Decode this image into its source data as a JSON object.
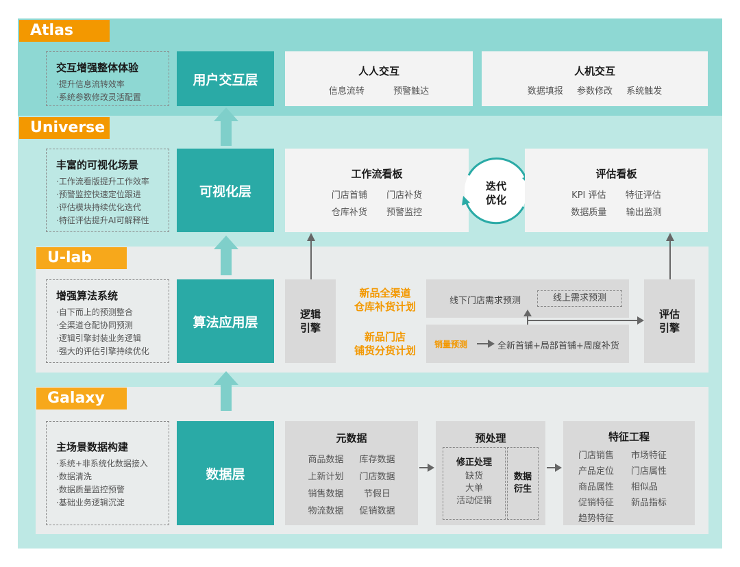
{
  "tags": {
    "atlas": "Atlas",
    "universe": "Universe",
    "ulab": "U-lab",
    "galaxy": "Galaxy"
  },
  "atlas": {
    "desc_title": "交互增强整体体验",
    "desc_items": [
      "·提升信息流转效率",
      "·系统参数修改灵活配置"
    ],
    "layer": "用户交互层",
    "panel1": {
      "title": "人人交互",
      "items": [
        "信息流转",
        "预警触达"
      ]
    },
    "panel2": {
      "title": "人机交互",
      "items": [
        "数据填报",
        "参数修改",
        "系统触发"
      ]
    }
  },
  "universe": {
    "desc_title": "丰富的可视化场景",
    "desc_items": [
      "·工作流看版提升工作效率",
      "·预警监控快速定位跟进",
      "·评估模块持续优化迭代",
      "·特征评估提升AI可解释性"
    ],
    "layer": "可视化层",
    "workflow": {
      "title": "工作流看板",
      "items": [
        "门店首铺",
        "门店补货",
        "仓库补货",
        "预警监控"
      ]
    },
    "cycle": [
      "迭代",
      "优化"
    ],
    "eval": {
      "title": "评估看板",
      "items": [
        "KPI 评估",
        "特征评估",
        "数据质量",
        "输出监测"
      ]
    }
  },
  "ulab": {
    "desc_title": "增强算法系统",
    "desc_items": [
      "·自下而上的预测整合",
      "·全渠道仓配协同预测",
      "·逻辑引擎封装业务逻辑",
      "·强大的评估引擎持续优化"
    ],
    "layer": "算法应用层",
    "logic_engine": [
      "逻辑",
      "引擎"
    ],
    "plan1": [
      "新品全渠道",
      "仓库补货计划"
    ],
    "plan2": [
      "新品门店",
      "铺货分货计划"
    ],
    "offline": "线下门店需求预测",
    "online": "线上需求预测",
    "sales_forecast": "销量预测",
    "flow": "全新首铺+局部首铺+周度补货",
    "eval_engine": [
      "评估",
      "引擎"
    ]
  },
  "galaxy": {
    "desc_title": "主场景数据构建",
    "desc_items": [
      "·系统+非系统化数据接入",
      "·数据清洗",
      "·数据质量监控预警",
      "·基础业务逻辑沉淀"
    ],
    "layer": "数据层",
    "meta": {
      "title": "元数据",
      "items": [
        "商品数据",
        "库存数据",
        "上新计划",
        "门店数据",
        "销售数据",
        "节假日",
        "物流数据",
        "促销数据"
      ]
    },
    "pre": {
      "title": "预处理",
      "fix_title": "修正处理",
      "fix_items": [
        "缺货",
        "大单",
        "活动促销"
      ],
      "derive": [
        "数据",
        "衍生"
      ]
    },
    "feature": {
      "title": "特征工程",
      "items": [
        "门店销售",
        "市场特征",
        "产品定位",
        "门店属性",
        "商品属性",
        "相似品",
        "促销特征",
        "新品指标",
        "趋势特征"
      ]
    }
  },
  "colors": {
    "teal": "#2aaaa6",
    "orange": "#f39800",
    "band_dark": "#8ed8d3",
    "band_light": "#bde8e4"
  }
}
